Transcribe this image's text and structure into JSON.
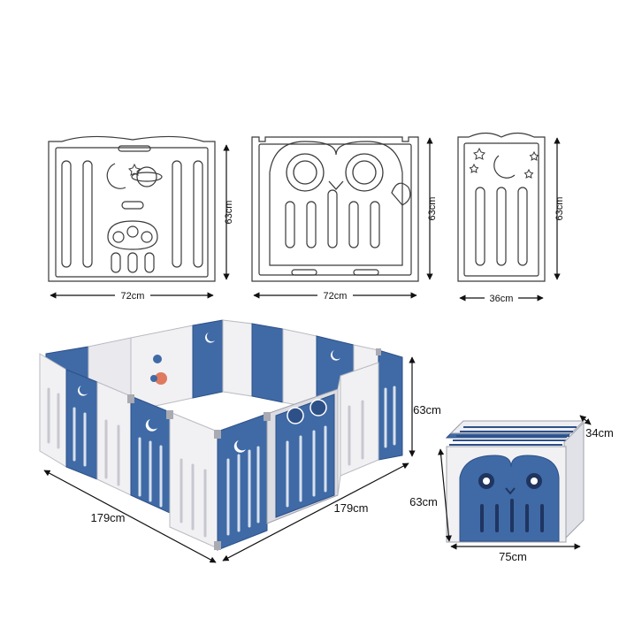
{
  "panels": [
    {
      "id": "activity-panel",
      "width": "72cm",
      "height": "63cm"
    },
    {
      "id": "owl-door-panel",
      "width": "72cm",
      "height": "63cm"
    },
    {
      "id": "moon-star-panel",
      "width": "36cm",
      "height": "63cm"
    }
  ],
  "assembled": {
    "left_length": "179cm",
    "right_length": "179cm",
    "height": "63cm"
  },
  "folded": {
    "depth": "34cm",
    "height": "63cm",
    "width": "75cm"
  },
  "colors": {
    "blue": "#3f6aa6",
    "blue_dark": "#2e5088",
    "white_panel": "#f1f1f3",
    "grey_panel": "#dcdde2",
    "outline": "#3a3a3a",
    "dimension_line": "#111111"
  },
  "icons": [
    "moon-icon",
    "star-icon",
    "planet-icon",
    "rocket-icon",
    "owl-icon",
    "bead-maze-icon"
  ]
}
